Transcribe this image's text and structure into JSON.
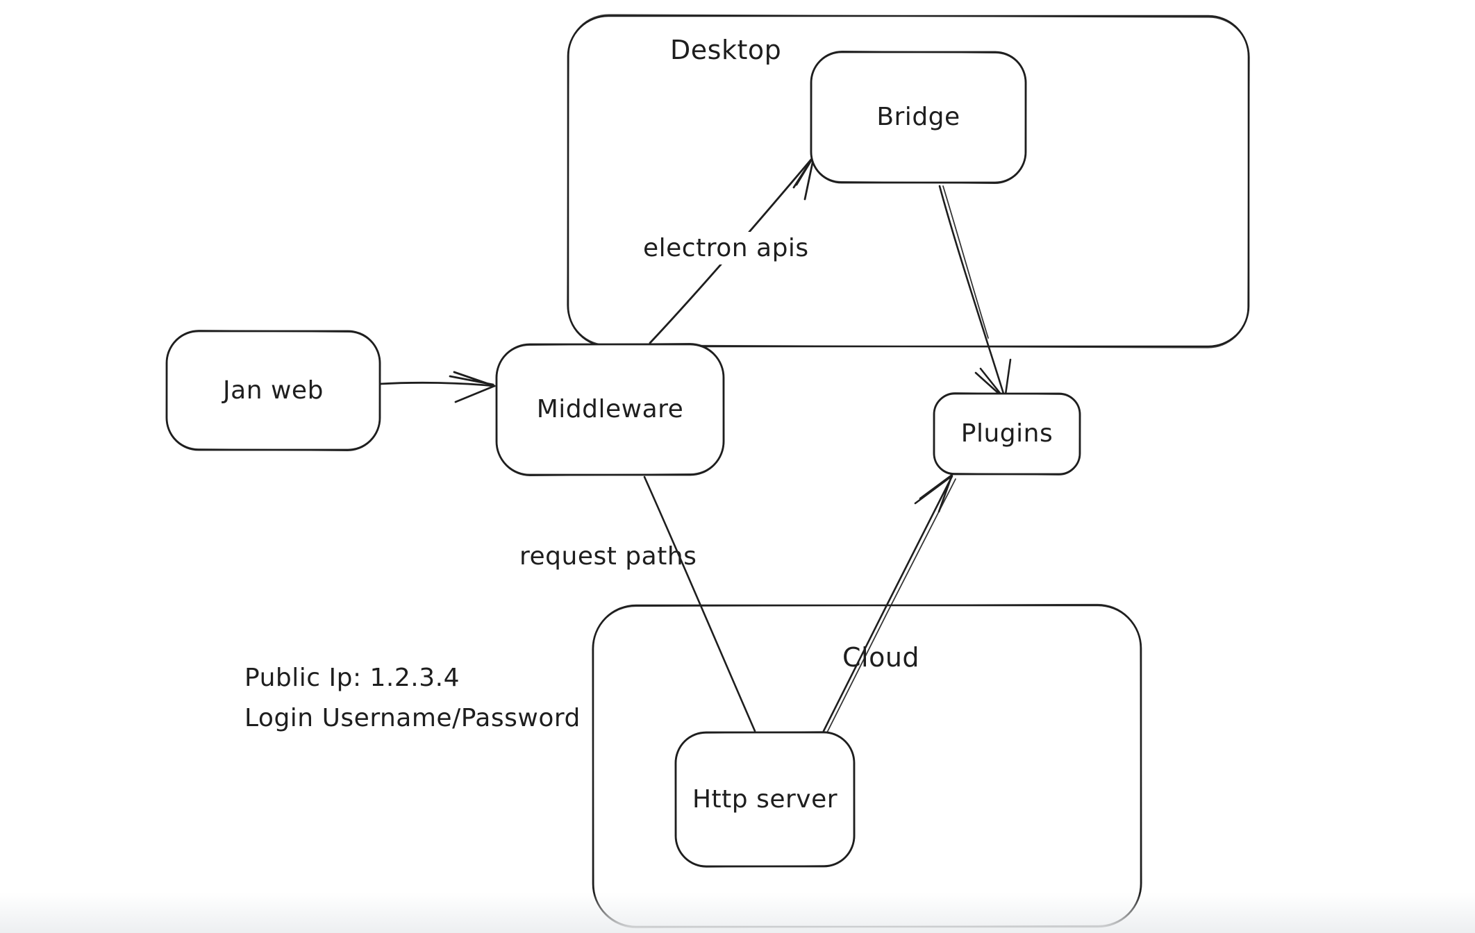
{
  "canvas": {
    "tool": "whiteboard-diagram",
    "colors": {
      "stroke": "#1e1e1e",
      "background": "#ffffff"
    }
  },
  "containers": [
    {
      "id": "desktop",
      "label": "Desktop"
    },
    {
      "id": "cloud",
      "label": "Cloud"
    }
  ],
  "nodes": [
    {
      "id": "jan-web",
      "label": "Jan web"
    },
    {
      "id": "middleware",
      "label": "Middleware"
    },
    {
      "id": "bridge",
      "label": "Bridge"
    },
    {
      "id": "plugins",
      "label": "Plugins"
    },
    {
      "id": "http-server",
      "label": "Http server"
    }
  ],
  "edges": [
    {
      "from": "Jan web",
      "to": "Middleware",
      "label": ""
    },
    {
      "from": "Middleware",
      "to": "Bridge",
      "label": "electron apis"
    },
    {
      "from": "Bridge",
      "to": "Plugins",
      "label": ""
    },
    {
      "from": "Middleware",
      "to": "Http server",
      "label": "request paths"
    },
    {
      "from": "Http server",
      "to": "Plugins",
      "label": ""
    }
  ],
  "annotations": [
    {
      "text": "Public Ip: 1.2.3.4"
    },
    {
      "text": "Login Username/Password"
    }
  ]
}
